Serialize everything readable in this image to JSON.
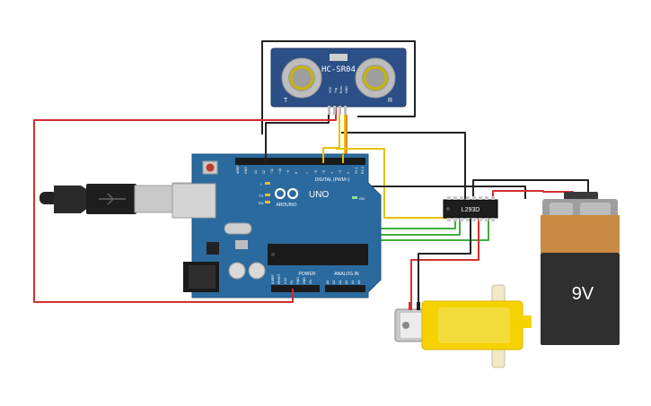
{
  "sensor": {
    "model": "HC-SR04",
    "left_mark": "T",
    "right_mark": "R",
    "pins": [
      "VCC",
      "Trig",
      "Echo",
      "GND"
    ]
  },
  "arduino": {
    "logo_text": "UNO",
    "brand": "ARDUINO",
    "digital_label": "DIGITAL (PWM~)",
    "top_pins": [
      "AREF",
      "GND",
      "13",
      "12",
      "~11",
      "~10",
      "~9",
      "8",
      "7",
      "~6",
      "~5",
      "4",
      "~3",
      "2",
      "TX 1",
      "RX 0"
    ],
    "led_labels": [
      "L",
      "TX",
      "RX"
    ],
    "on_label": "ON",
    "reset_label": "RESET",
    "power_label": "POWER",
    "analog_label": "ANALOG IN",
    "power_pins": [
      "IOREF",
      "RESET",
      "3.3V",
      "5V",
      "GND",
      "GND",
      "Vin"
    ],
    "analog_pins": [
      "A0",
      "A1",
      "A2",
      "A3",
      "A4",
      "A5"
    ]
  },
  "driver": {
    "label": "L293D"
  },
  "battery": {
    "label": "9V"
  },
  "colors": {
    "red_wire": "#d32f2f",
    "black_wire": "#222222",
    "yellow_wire": "#e6c200",
    "green_wire": "#3fae3f",
    "board": "#2b6a9e",
    "battery_top": "#c98a43",
    "battery_body": "#2f2f2f",
    "motor": "#f5d200"
  }
}
